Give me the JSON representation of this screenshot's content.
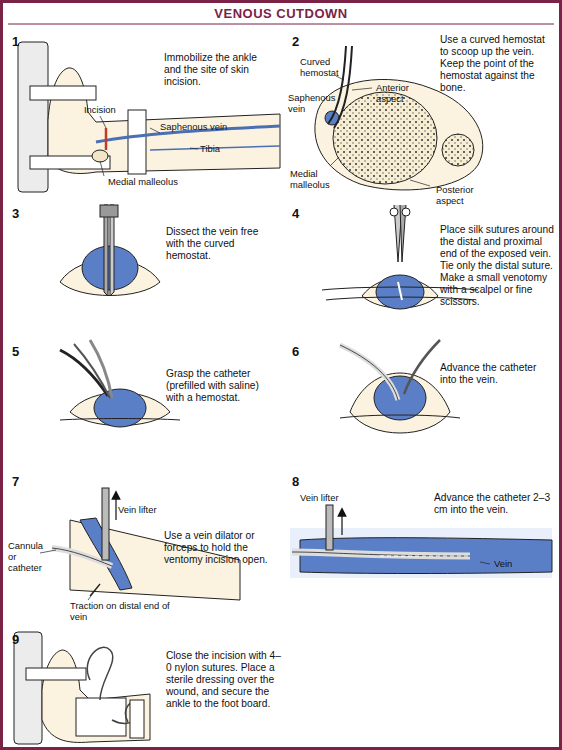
{
  "diagram": {
    "title": "VENOUS CUTDOWN",
    "labels": [
      "1",
      "Immobilize the ankle and the site of skin incision.",
      "Incision",
      "Saphenous vein",
      "Tibia",
      "Medial malleolus",
      "2",
      "Use a curved hemostat to scoop up the vein. Keep the point of the hemostat against the bone.",
      "Curved hemostat",
      "Anterior aspect",
      "Saphenous vein",
      "Medial malleolus",
      "Posterior aspect",
      "3",
      "Dissect the vein free with the curved hemostat.",
      "4",
      "Place silk sutures around the distal and proximal end of the exposed vein. Tie only the distal suture. Make a small venotomy with a scalpel or fine scissors.",
      "5",
      "Grasp the catheter (prefilled with saline) with a hemostat.",
      "6",
      "Advance the catheter into the vein.",
      "7",
      "Vein lifter",
      "Use a vein dilator or forceps to hold the ventomy incision open.",
      "Cannula or catheter",
      "Traction on distal end of vein",
      "8",
      "Vein lifter",
      "Advance the catheter 2–3 cm into the vein.",
      "Vein",
      "9",
      "Close the incision with 4–0 nylon sutures. Place a sterile dressing over the wound, and secure the ankle to the foot board."
    ]
  }
}
